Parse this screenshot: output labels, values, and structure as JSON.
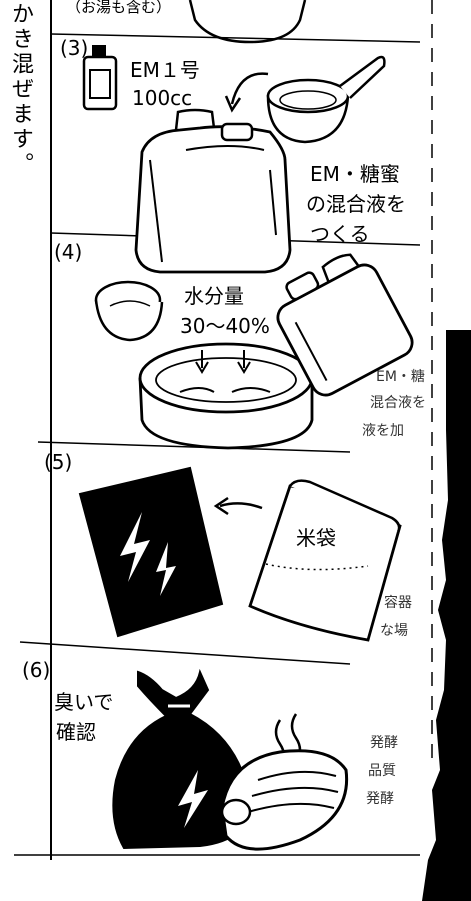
{
  "top_caption": "（お湯も含む）",
  "left_column_text": "かき混ぜます。",
  "panel3": {
    "number": "(3)",
    "bottle_label_line1": "EM１号",
    "bottle_label_line2": "100cc",
    "caption_line1": "EM・糖蜜",
    "caption_line2": "の混合液を",
    "caption_line3": "つくる"
  },
  "panel4": {
    "number": "(4)",
    "bowl_label_line1": "水分量",
    "bowl_label_line2": "30〜40%",
    "side_line1": "EM・糖",
    "side_line2": "混合液を",
    "side_line3": "液を加"
  },
  "panel5": {
    "number": "(5)",
    "bag_label": "米袋",
    "side_line1": "容器",
    "side_line2": "な場"
  },
  "panel6": {
    "number": "(6)",
    "caption_line1": "臭いで",
    "caption_line2": "確認",
    "side_line1": "発酵",
    "side_line2": "品質",
    "side_line3": "発酵"
  },
  "icons": [
    "em-bottle-icon",
    "saucepan-icon",
    "jerrycan-icon",
    "bowl-icon",
    "bag-icon",
    "rice-bag-icon",
    "garbage-bag-icon",
    "hot-pack-icon",
    "steam-icon",
    "arrow-icon"
  ]
}
